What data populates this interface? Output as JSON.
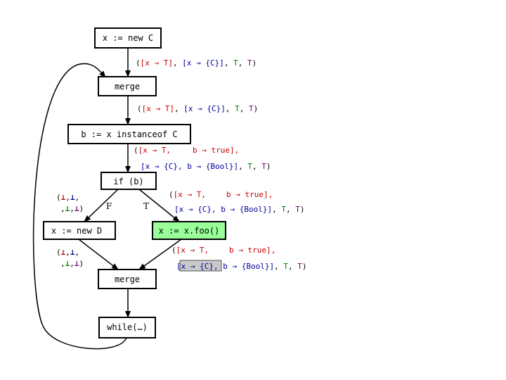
{
  "nodes": {
    "new_c": "x := new C",
    "merge1": "merge",
    "instanceof": "b := x instanceof C",
    "if_b": "if (b)",
    "new_d": "x := new D",
    "foo": "x := x.foo()",
    "merge2": "merge",
    "while": "while(…)"
  },
  "edge_labels": {
    "false": "F",
    "true": "T"
  },
  "sym": {
    "lp": "(",
    "rp": ")",
    "lb": "[",
    "rb": "]",
    "comma": ",",
    "arrow": "→",
    "top": "T",
    "bottom": "⊥",
    "comma_sp": ", ",
    "rb_comma": "],"
  },
  "ann1": {
    "map1": "[x → T]",
    "map2": "[x → {C}]"
  },
  "ann2": {
    "map1": "[x → T]",
    "map2": "[x → {C}]"
  },
  "ann3": {
    "m1a": "[x → T,",
    "m1b": "b → true],",
    "m2a": "[x → {C}, b → {Bool}]"
  },
  "ann4": {
    "m1a": "[x → T,",
    "m1b": "b → true],",
    "m2a": "[x → {C}, b → {Bool}]"
  },
  "ann5": {
    "m1a": "[x → T,",
    "m1b": "b → true],",
    "m2hl": "x → {C}",
    "m2rest": ", b → {Bool}]"
  },
  "colors": {
    "red": "#cc0000",
    "blue": "#000099",
    "green": "#008000",
    "purple": "#800080",
    "highlight": "#99ff99",
    "selection": "#c8c8c8"
  }
}
